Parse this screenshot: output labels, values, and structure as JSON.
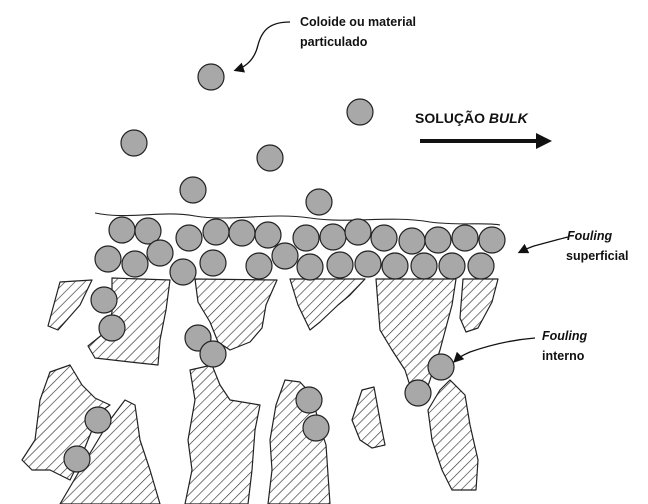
{
  "labels": {
    "colloid_line1": "Coloide ou material",
    "colloid_line2": "particulado",
    "bulk_prefix": "SOLUÇÃO ",
    "bulk_italic": "BULK",
    "surface_line1": "Fouling",
    "surface_line2": "superficial",
    "internal_line1": "Fouling",
    "internal_line2": "interno"
  },
  "colors": {
    "particle_fill": "#a8a8a8",
    "stroke": "#222222",
    "hatch": "#333333"
  }
}
